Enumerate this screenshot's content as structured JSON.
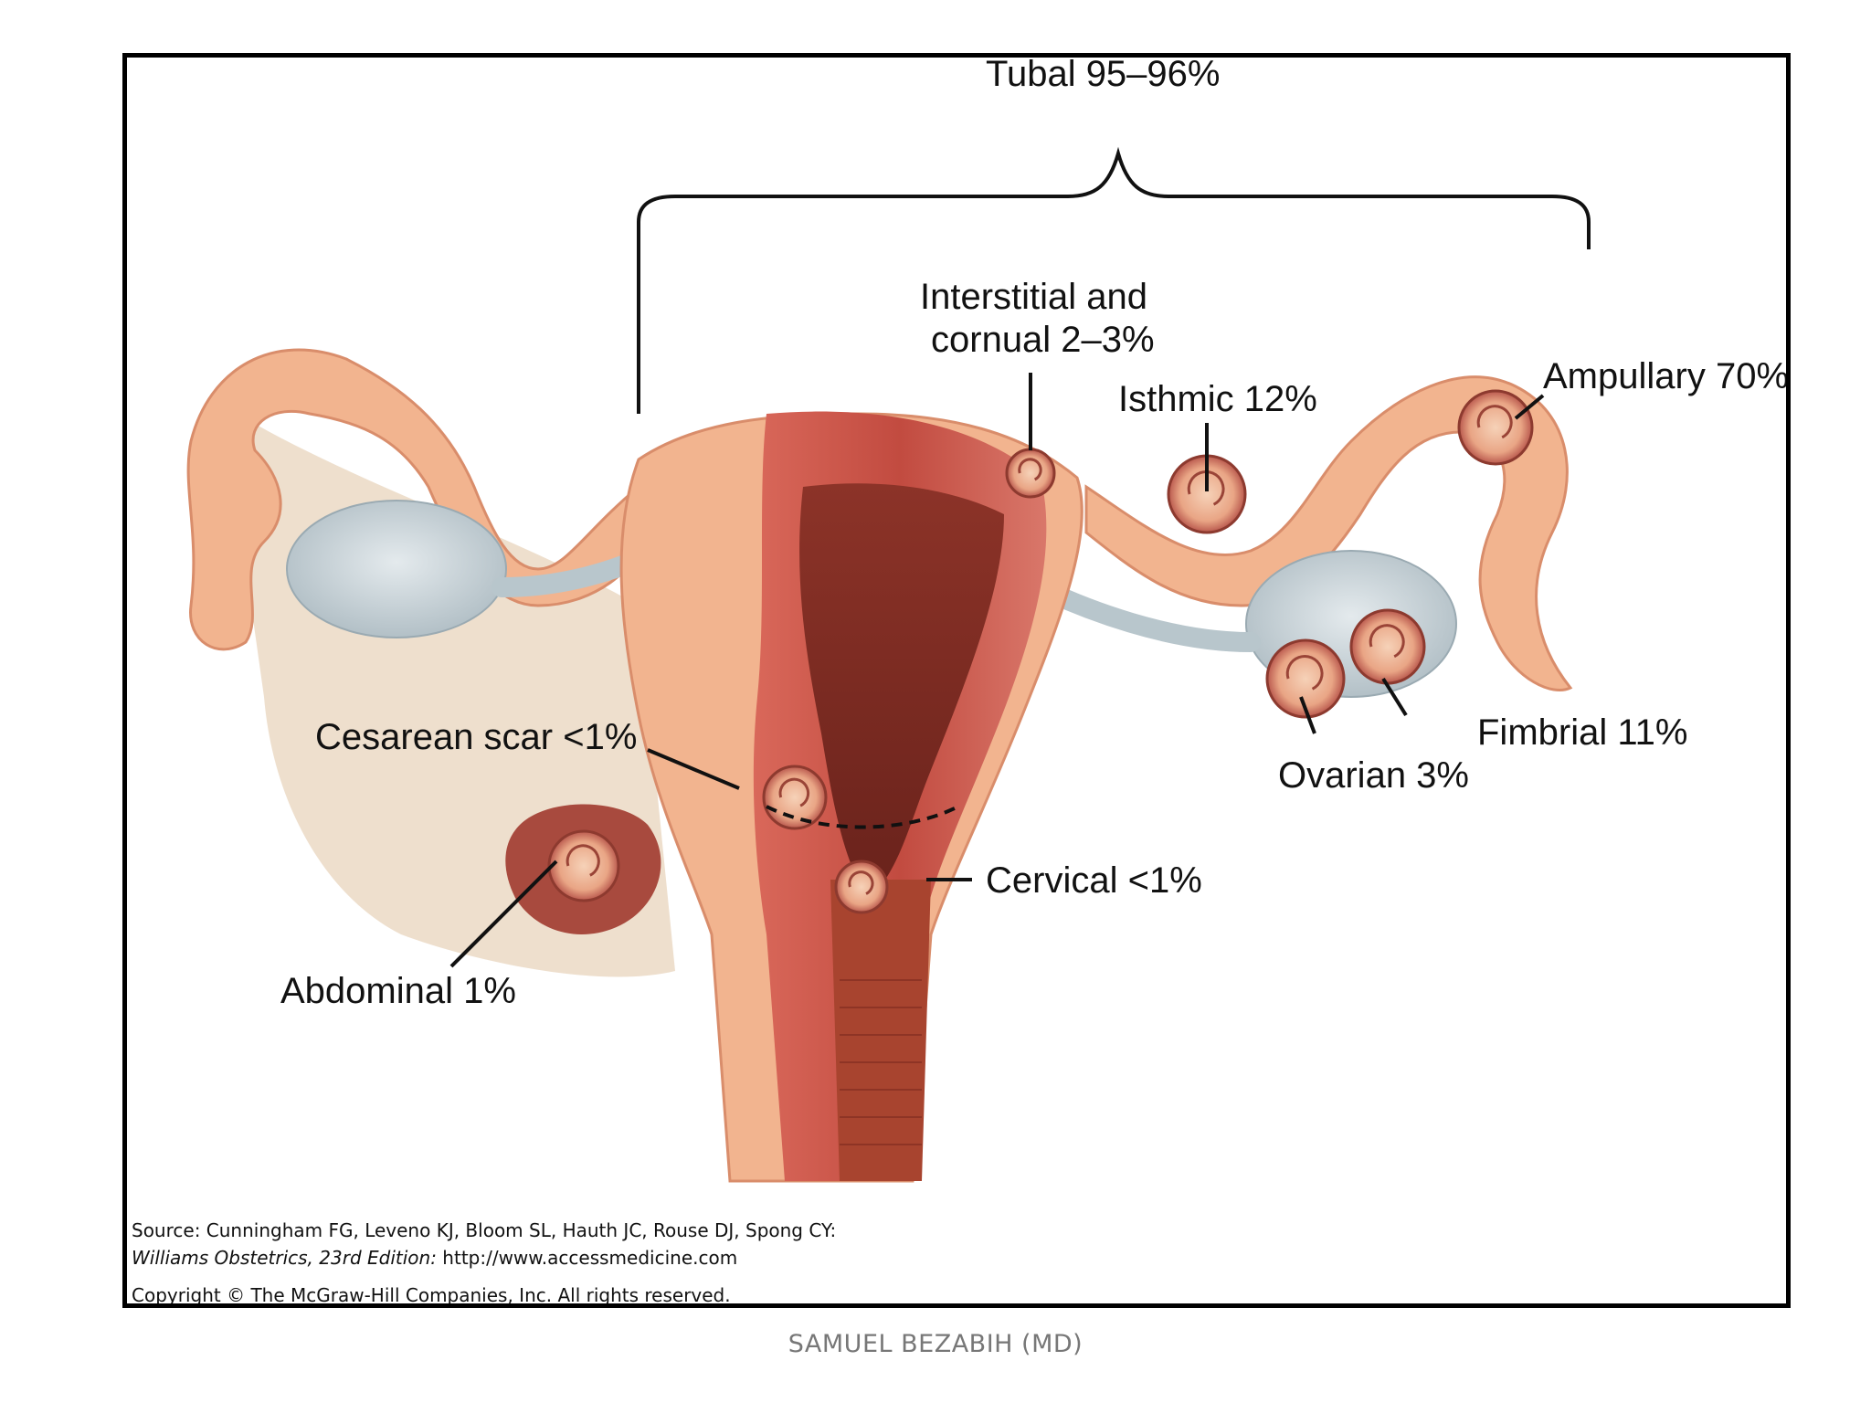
{
  "diagram": {
    "labels": {
      "tubal": "Tubal 95–96%",
      "interstitial_line1": "Interstitial and",
      "interstitial_line2": "cornual 2–3%",
      "isthmic": "Isthmic 12%",
      "ampullary": "Ampullary 70%",
      "cesarean": "Cesarean scar <1%",
      "fimbrial": "Fimbrial 11%",
      "ovarian": "Ovarian 3%",
      "cervical": "Cervical <1%",
      "abdominal": "Abdominal 1%"
    },
    "source": {
      "line1": "Source: Cunningham FG, Leveno KJ, Bloom SL, Hauth JC, Rouse DJ, Spong CY:",
      "line2_italic": "Williams Obstetrics, 23rd Edition:",
      "line2_url": " http://www.accessmedicine.com",
      "copyright": "Copyright © The McGraw-Hill Companies, Inc. All rights reserved."
    },
    "colors": {
      "tissue": "#f2b48f",
      "muscle": "#c8554a",
      "cavity": "#7a2a22",
      "ovary": "#c9d3d8",
      "ligament": "#ecdcc8"
    }
  },
  "footer": {
    "author": "SAMUEL BEZABIH (MD)"
  }
}
